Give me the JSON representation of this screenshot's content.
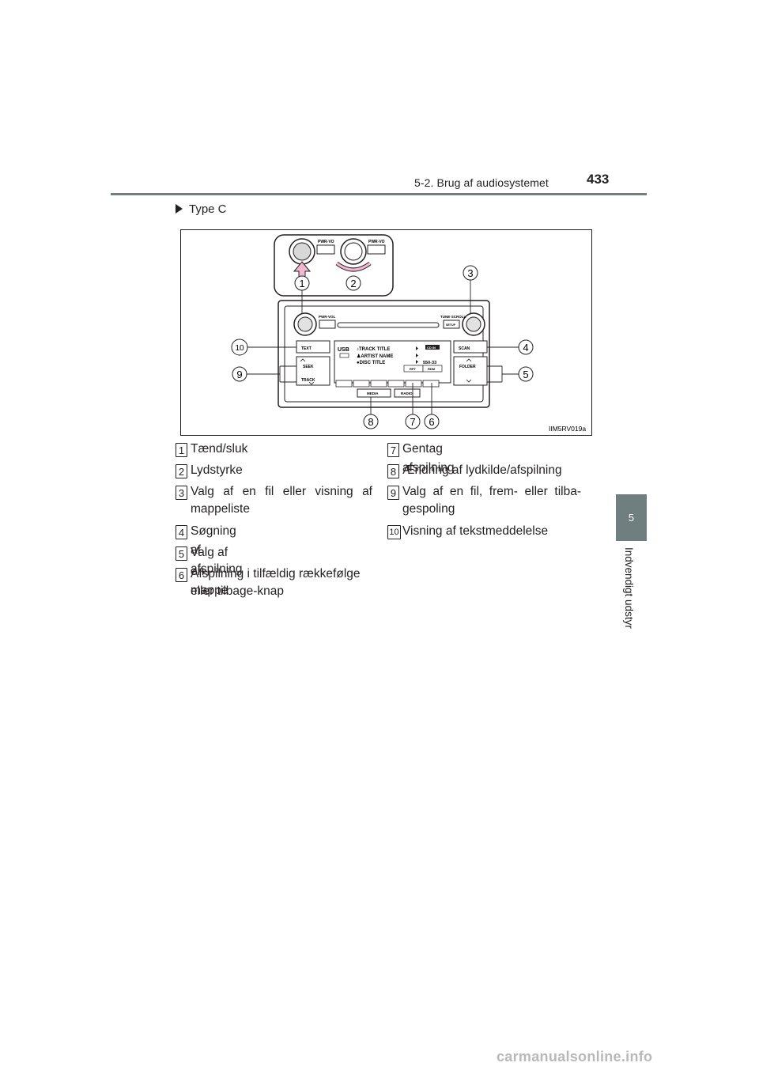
{
  "header": {
    "section": "5-2. Brug af audiosystemet",
    "page_number": "433"
  },
  "side_tab": {
    "chapter_number": "5",
    "chapter_title": "Indvendigt udstyr"
  },
  "type_label": "Type C",
  "figure": {
    "code": "IIM5RV019a",
    "labels": {
      "pwr_vol": "PWR-VOL",
      "pwr_vo_1": "PWR-VO",
      "pwr_vo_2": "PWR-VO",
      "tune_scroll": "TUNE·SCROLL",
      "setup": "SETUP",
      "text": "TEXT",
      "seek": "SEEK",
      "track": "TRACK",
      "scan": "SCAN",
      "folder": "FOLDER",
      "media": "MEDIA",
      "radio": "RADIO",
      "rpt": "RPT",
      "rdm": "RDM",
      "usb": "USB",
      "track_title": "♪TRACK TITLE",
      "artist_name": "♟ARTIST NAME",
      "disc_title": "●DISC TITLE",
      "time": "550-33",
      "cd_in": "CD IN"
    },
    "callouts": [
      "1",
      "2",
      "3",
      "4",
      "5",
      "6",
      "7",
      "8",
      "9",
      "10"
    ]
  },
  "legend_left": [
    {
      "num": "1",
      "lines": [
        "Tænd/sluk"
      ]
    },
    {
      "num": "2",
      "lines": [
        "Lydstyrke"
      ]
    },
    {
      "num": "3",
      "lines": [
        "Valg af en fil eller visning af",
        "mappeliste"
      ]
    },
    {
      "num": "4",
      "lines": [
        "Søgning af afspilning"
      ]
    },
    {
      "num": "5",
      "lines": [
        "Valg af en mappe"
      ]
    },
    {
      "num": "6",
      "lines": [
        "Afspilning i tilfældig rækkefølge",
        "eller tilbage-knap"
      ]
    }
  ],
  "legend_right": [
    {
      "num": "7",
      "lines": [
        "Gentag afspilning"
      ]
    },
    {
      "num": "8",
      "lines": [
        "Ændring af lydkilde/afspilning"
      ]
    },
    {
      "num": "9",
      "lines": [
        "Valg af en fil, frem- eller tilba-",
        "gespoling"
      ]
    },
    {
      "num": "10",
      "lines": [
        "Visning af tekstmeddelelse"
      ]
    }
  ],
  "watermark": "carmanualsonline.info"
}
